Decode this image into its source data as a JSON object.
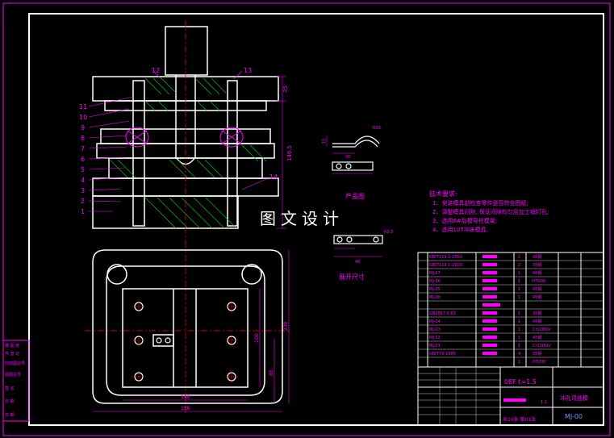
{
  "watermark": "图文设计",
  "labels": {
    "product_label": "产品图",
    "blank_label": "展开尺寸"
  },
  "tech": {
    "title": "技术要求:",
    "items": [
      "1、安装模具前检查零件是否符合图纸;",
      "2、调整模具间隙, 保证间隙均匀后加工销钉孔;",
      "3、选用8#后模导柱模架;",
      "4、选用10T冲床模具."
    ]
  },
  "callouts": [
    "11",
    "10",
    "9",
    "8",
    "7",
    "6",
    "5",
    "4",
    "3",
    "2",
    "1",
    "12",
    "13",
    "14"
  ],
  "dimensions": {
    "height_total": "146.5",
    "height_top": "35",
    "width_base": "180",
    "width_outer": "186",
    "depth_side": "230",
    "depth_mid": "100",
    "depth_lower": "80",
    "product_r": "R10",
    "product_w": "30",
    "product_h": "15",
    "blank_len": "48",
    "blank_r": "R3.5"
  },
  "title_block": {
    "drawing_title": "冲孔弯曲模",
    "material_spec": "08F t=1.5",
    "drawing_no": "MJ-00",
    "sheet_info": "共10张 第01张",
    "scale": "1:1"
  },
  "bom_rows": [
    {
      "code": "GB/T119.1-2000",
      "qty": "2",
      "mat": "35钢"
    },
    {
      "code": "GB/T119.1-2000",
      "qty": "2",
      "mat": "35钢"
    },
    {
      "code": "MJ-07",
      "qty": "1",
      "mat": "45钢"
    },
    {
      "code": "MJ-06",
      "qty": "1",
      "mat": "HT200"
    },
    {
      "code": "MJ-05",
      "qty": "1",
      "mat": "45钢"
    },
    {
      "code": "MJ-08",
      "qty": "1",
      "mat": "45钢"
    },
    {
      "code": "",
      "qty": "",
      "mat": ""
    },
    {
      "code": "GB2867.5-81",
      "qty": "1",
      "mat": "35钢"
    },
    {
      "code": "MJ-04",
      "qty": "1",
      "mat": "45钢"
    },
    {
      "code": "MJ-03",
      "qty": "1",
      "mat": "Cr12MoV"
    },
    {
      "code": "MJ-02",
      "qty": "1",
      "mat": "45钢"
    },
    {
      "code": "MJ-01",
      "qty": "1",
      "mat": "Cr12MoV"
    },
    {
      "code": "GB/T70-1985",
      "qty": "4",
      "mat": "35钢"
    },
    {
      "code": "",
      "qty": "1",
      "mat": "HT200"
    }
  ],
  "sidebar": [
    "描 图 用",
    "件 登 记",
    "旧底图总号",
    "底图总号",
    "签 名",
    "日 期",
    "日 期"
  ]
}
